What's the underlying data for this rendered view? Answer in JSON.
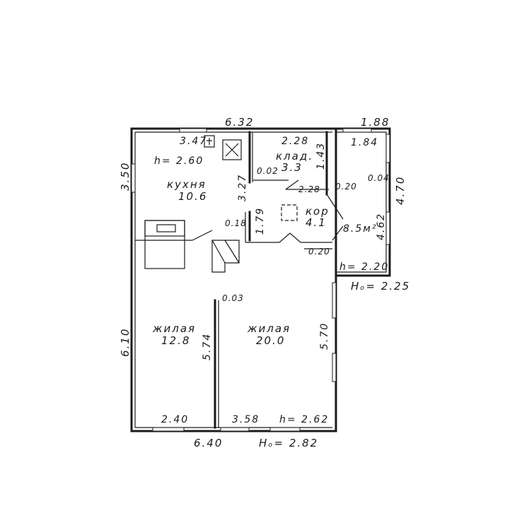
{
  "plan": {
    "outer_dims": {
      "top_width": "6.32",
      "bottom_width": "6.40",
      "left_upper": "3.50",
      "left_lower": "6.10",
      "annex_top": "1.88",
      "annex_right": "4.70"
    },
    "heights": {
      "main_outer": "Hₒ= 2.82",
      "annex_outer": "Hₒ= 2.25",
      "kitchen": "h= 2.60",
      "living_room": "h= 2.62",
      "annex": "h= 2.20"
    },
    "rooms": {
      "kitchen": {
        "name": "кухня",
        "area": "10.6",
        "width": "3.47",
        "depth": "3.27"
      },
      "storage": {
        "name": "клад.",
        "area": "3.3",
        "width": "2.28",
        "depth": "1.43",
        "inner_width": "2.28"
      },
      "corridor": {
        "name": "кор",
        "area": "4.1",
        "depth": "1.79"
      },
      "annex": {
        "area": "8.5м²",
        "width": "1.84",
        "depth": "4.62"
      },
      "bedroom": {
        "name": "жилая",
        "area": "12.8",
        "width": "2.40",
        "depth": "5.74"
      },
      "living_room": {
        "name": "жилая",
        "area": "20.0",
        "width": "3.58",
        "depth": "5.70"
      }
    },
    "wall_thickness": {
      "w1": "0.02",
      "w2": "0.18",
      "w3": "0.03",
      "w4": "0.20",
      "w5": "0.04",
      "w6": "0.20"
    }
  }
}
